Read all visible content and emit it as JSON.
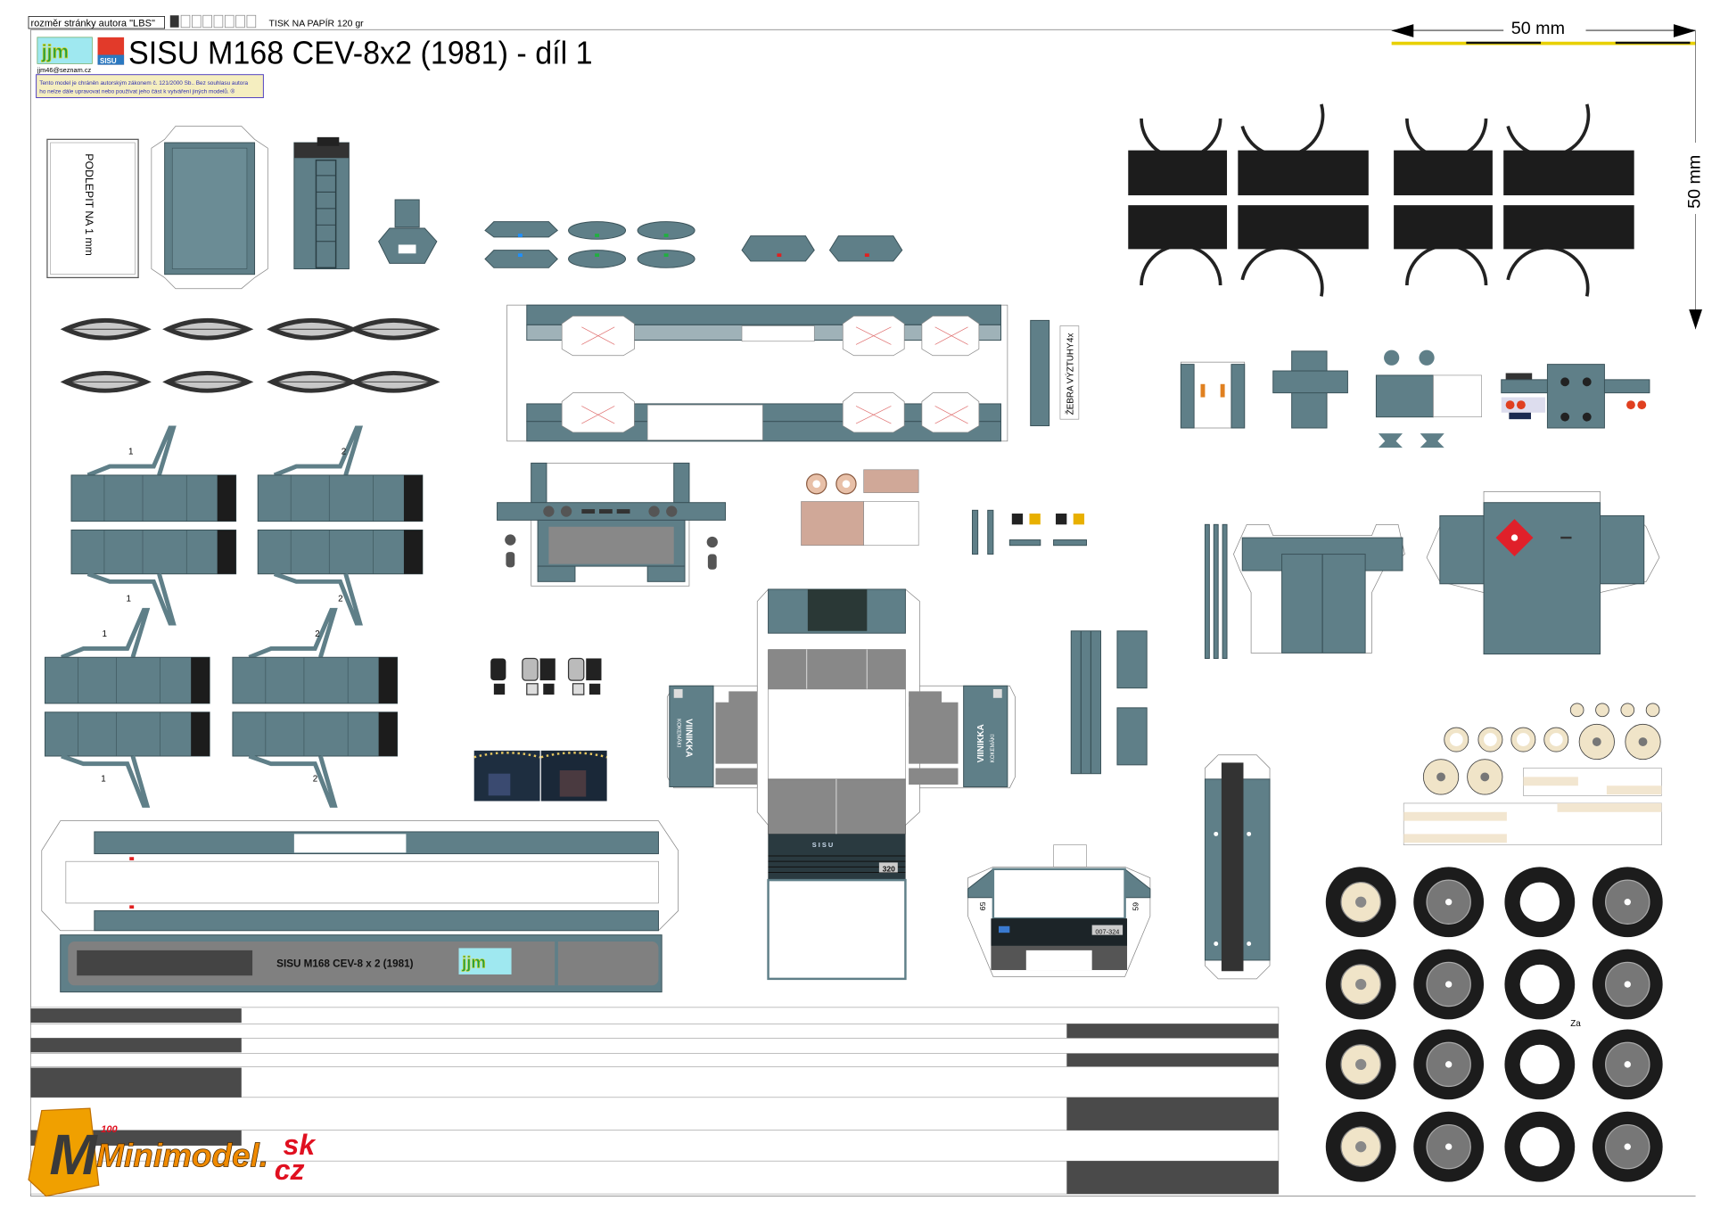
{
  "header": {
    "page_size_note": "rozměr stránky autora \"LBS\"",
    "print_note": "TISK NA PAPÍR 120 gr",
    "title": "SISU M168 CEV-8x2 (1981) - díl 1",
    "author_email": "jjm46@seznam.cz",
    "copyright_line1": "Tento model je chráněn autorským zákonem č. 121/2000 Sb.. Bez souhlasu autora",
    "copyright_line2": "ho nelze dále upravovat nebo používat jeho část k vytváření jiných modelů. ®",
    "author_logo": "jjm",
    "brand_logo": "SISU"
  },
  "scale": {
    "horizontal_label": "50 mm",
    "vertical_label": "50 mm"
  },
  "parts": {
    "backing_note": "PODLEPIT NA 1 mm",
    "ribs_note": "ŽEBRA VÝZTUHY",
    "ribs_count": "4x",
    "axle_labels": [
      "1",
      "2",
      "1",
      "2",
      "1",
      "2",
      "1",
      "2"
    ],
    "bed_side_text": "SISU M168 CEV-8 x 2 (1981)",
    "cab_door_brand": "VIINIKKA",
    "cab_door_city": "KOKEMÄKI",
    "front_plate": "320",
    "grille_badge": "S I S U",
    "rear_plate": "007-324",
    "side_plate_left": "59",
    "side_plate_right": "59",
    "wheel_note": "Za"
  },
  "footer": {
    "logo_main": "Minimodel.",
    "logo_sk": "sk",
    "logo_cz": "cz",
    "logo_small": "100"
  },
  "colors": {
    "body_grey_blue": "#5f7f88",
    "tyre_black": "#1c1c1c",
    "hazard_red": "#e0202a",
    "scale_yellow": "#e8d000",
    "logo_orange": "#f0a000",
    "logo_red": "#e01020"
  }
}
